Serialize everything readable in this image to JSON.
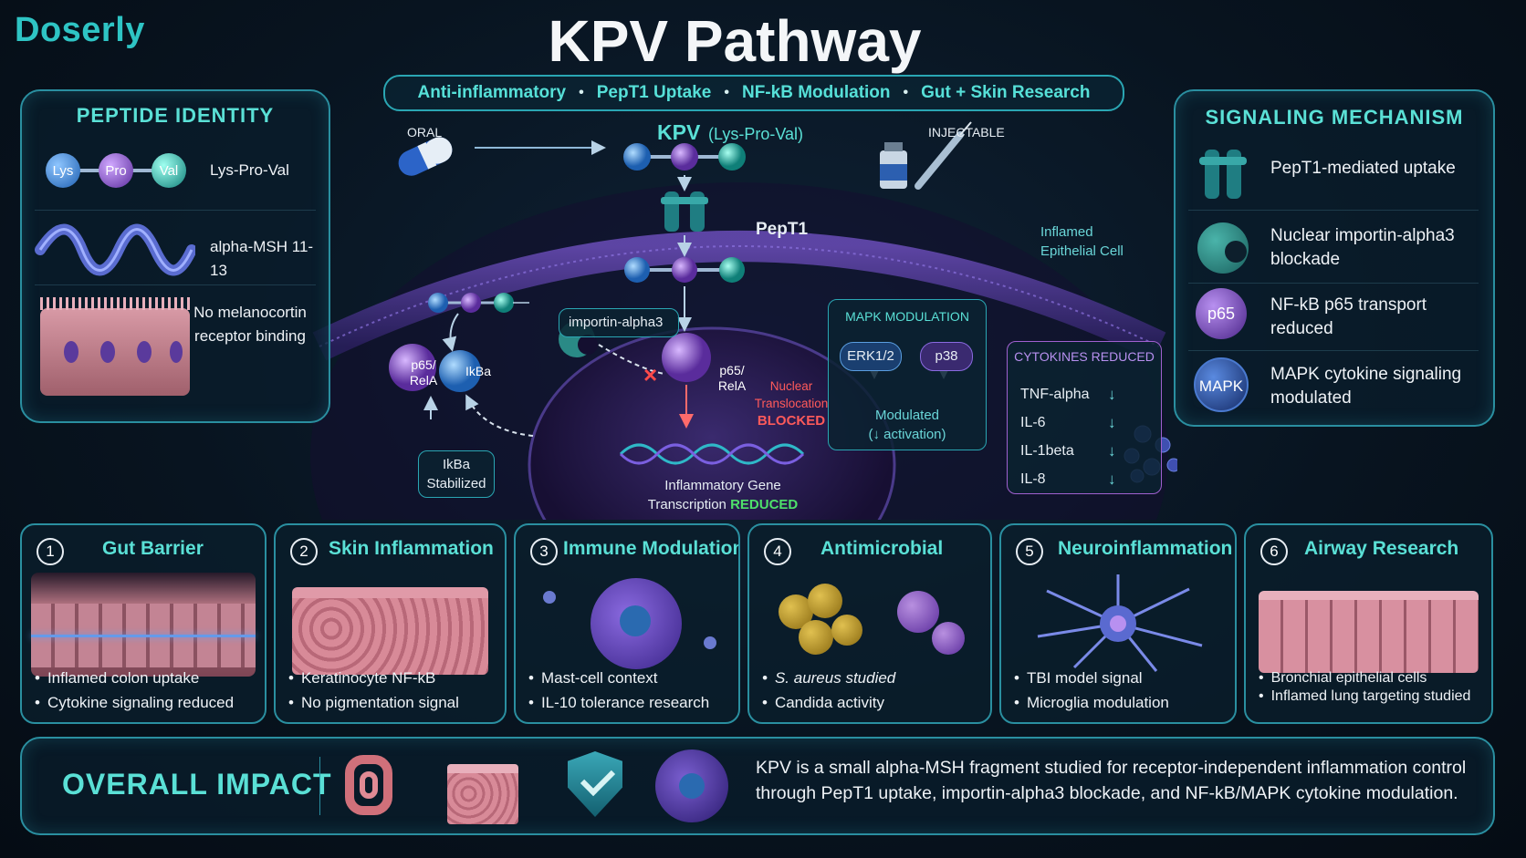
{
  "brand": "Doserly",
  "title": "KPV Pathway",
  "tags": [
    "Anti-inflammatory",
    "PepT1 Uptake",
    "NF-kB Modulation",
    "Gut + Skin Research"
  ],
  "peptide_identity": {
    "title": "PEPTIDE IDENTITY",
    "residues": [
      "Lys",
      "Pro",
      "Val"
    ],
    "sequence": "Lys-Pro-Val",
    "fragment": "alpha-MSH 11-13",
    "receptor_line1": "No melanocortin",
    "receptor_line2": "receptor binding"
  },
  "pathway": {
    "oral": "ORAL",
    "injectable": "INJECTABLE",
    "kpv": "KPV",
    "kpv_sub": "(Lys-Pro-Val)",
    "pept1": "PepT1",
    "cell_line1": "Inflamed",
    "cell_line2": "Epithelial Cell",
    "importin": "importin-alpha3",
    "p65_a": "p65/",
    "p65_b": "RelA",
    "ikba": "IkBa",
    "ikba_stab_1": "IkBa",
    "ikba_stab_2": "Stabilized",
    "nuclear_1": "Nuclear",
    "nuclear_2": "Translocation",
    "blocked": "BLOCKED",
    "gene_1": "Inflammatory Gene",
    "gene_2": "Transcription",
    "reduced": "REDUCED",
    "mapk_title": "MAPK MODULATION",
    "erk": "ERK1/2",
    "p38": "p38",
    "modulated_1": "Modulated",
    "modulated_2": "(↓ activation)",
    "cytokines_title": "CYTOKINES REDUCED",
    "cytokines": [
      "TNF-alpha",
      "IL-6",
      "IL-1beta",
      "IL-8"
    ],
    "down_arrow": "↓"
  },
  "signaling": {
    "title": "SIGNALING MECHANISM",
    "items": [
      {
        "line1": "PepT1-mediated uptake",
        "line2": ""
      },
      {
        "line1": "Nuclear importin-alpha3",
        "line2": "blockade"
      },
      {
        "line1": "NF-kB p65 transport",
        "line2": "reduced",
        "badge": "p65"
      },
      {
        "line1": "MAPK cytokine signaling",
        "line2": "modulated",
        "badge": "MAPK"
      }
    ]
  },
  "cards": [
    {
      "num": "1",
      "title": "Gut Barrier",
      "bullets": [
        "Inflamed colon uptake",
        "Cytokine signaling reduced"
      ]
    },
    {
      "num": "2",
      "title": "Skin Inflammation",
      "bullets": [
        "Keratinocyte NF-kB",
        "No pigmentation signal"
      ]
    },
    {
      "num": "3",
      "title": "Immune Modulation",
      "bullets": [
        "Mast-cell context",
        "IL-10 tolerance research"
      ]
    },
    {
      "num": "4",
      "title": "Antimicrobial",
      "bullets": [
        "S. aureus studied",
        "Candida activity"
      ]
    },
    {
      "num": "5",
      "title": "Neuroinflammation",
      "bullets": [
        "TBI model signal",
        "Microglia modulation"
      ]
    },
    {
      "num": "6",
      "title": "Airway Research",
      "bullets": [
        "Bronchial epithelial cells",
        "Inflamed lung targeting studied"
      ]
    }
  ],
  "impact": {
    "title": "OVERALL IMPACT",
    "text": "KPV is a small alpha-MSH fragment studied for receptor-independent inflammation control through PepT1 uptake, importin-alpha3 blockade, and NF-kB/MAPK cytokine modulation."
  },
  "colors": {
    "accent": "#5ae0d6",
    "border": "#2a8fa0",
    "blocked": "#ff4a4a",
    "reduced": "#4ee06a",
    "brand": "#2ec4c4"
  },
  "icons": [
    "capsule-icon",
    "vial-syringe-icon",
    "transporter-icon",
    "importin-icon",
    "intestine-icon",
    "skin-block-icon",
    "shield-check-icon",
    "immune-cell-icon"
  ]
}
